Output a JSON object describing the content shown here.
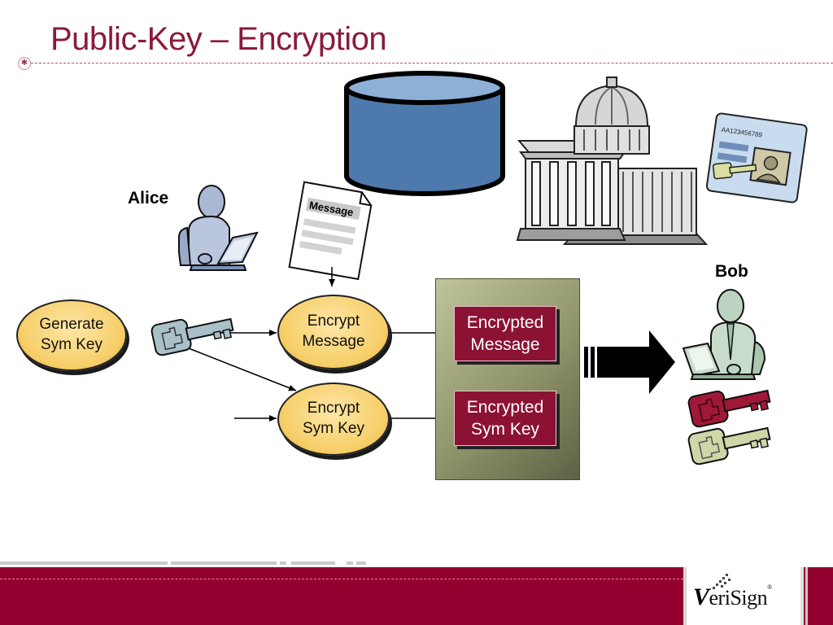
{
  "slide": {
    "title": "Public-Key – Encryption"
  },
  "people": {
    "alice": "Alice",
    "bob": "Bob"
  },
  "document": {
    "label": "Message"
  },
  "id_card": {
    "number": "AA123456789"
  },
  "processes": {
    "generate": "Generate\nSym Key",
    "encrypt_message": "Encrypt\nMessage",
    "encrypt_key": "Encrypt\nSym Key"
  },
  "outputs": {
    "encrypted_message": "Encrypted\nMessage",
    "encrypted_key": "Encrypted\nSym Key"
  },
  "footer": {
    "logo_text": "eriSign",
    "logo_initial": "V",
    "logo_mark": "®"
  },
  "colors": {
    "title": "#8b1a3a",
    "process_fill": "#f7cf6a",
    "encrypted_box": "#8b1233",
    "footer_band": "#93002f",
    "database": "#4e79ad",
    "panel": "#8f946a"
  },
  "icons": [
    "database-icon",
    "government-building-icon",
    "id-card-icon",
    "user-laptop-icon",
    "document-icon",
    "key-icon",
    "send-arrow-icon"
  ]
}
